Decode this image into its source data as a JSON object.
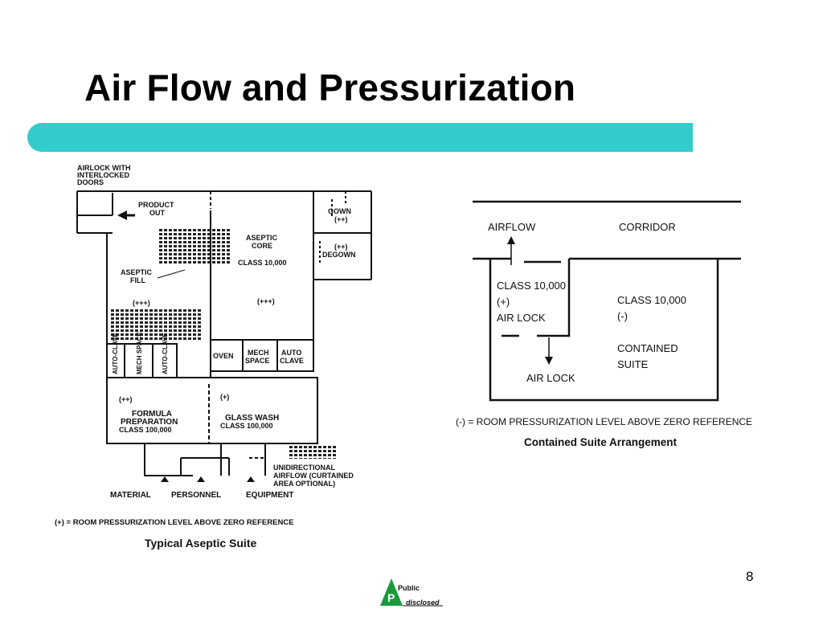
{
  "slide": {
    "title": "Air Flow and Pressurization",
    "page_number": "8",
    "accent_color": "#33cccc"
  },
  "aseptic_suite": {
    "caption": "Typical Aseptic Suite",
    "legend": "(+) = ROOM PRESSURIZATION LEVEL ABOVE ZERO REFERENCE",
    "labels": {
      "airlock_1": "AIRLOCK WITH",
      "airlock_2": "INTERLOCKED",
      "airlock_3": "DOORS",
      "product_1": "PRODUCT",
      "product_2": "OUT",
      "core_1": "ASEPTIC",
      "core_2": "CORE",
      "core_3": "CLASS 10,000",
      "fill_1": "ASEPTIC",
      "fill_2": "FILL",
      "fill_pressure": "(+++)",
      "core_pressure": "(+++)",
      "gown": "GOWN",
      "gown_pressure": "(++)",
      "degown_pressure": "(++)",
      "degown": "DEGOWN",
      "autoclave_1": "AUTO-CLAVE",
      "mech_space_1": "MECH SPACE",
      "autoclave_2": "AUTO-CLAVE",
      "oven": "OVEN",
      "mech_1": "MECH",
      "mech_2": "SPACE",
      "auto_1": "AUTO",
      "auto_2": "CLAVE",
      "formula_pressure": "(++)",
      "formula_1": "FORMULA",
      "formula_2": "PREPARATION",
      "formula_3": "CLASS 100,000",
      "glass_pressure": "(+)",
      "glass_1": "GLASS WASH",
      "glass_2": "CLASS 100,000",
      "uni_1": "UNIDIRECTIONAL",
      "uni_2": "AIRFLOW (CURTAINED",
      "uni_3": "AREA OPTIONAL)",
      "material": "MATERIAL",
      "personnel": "PERSONNEL",
      "equipment": "EQUIPMENT"
    }
  },
  "contained_suite": {
    "caption": "Contained Suite Arrangement",
    "legend": "(-) = ROOM PRESSURIZATION LEVEL ABOVE ZERO REFERENCE",
    "labels": {
      "airflow": "AIRFLOW",
      "corridor": "CORRIDOR",
      "airlock_class": "CLASS 10,000",
      "airlock_pressure": "(+)",
      "airlock_name": "AIR LOCK",
      "room_class": "CLASS 10,000",
      "room_pressure": "(-)",
      "room_name_1": "CONTAINED",
      "room_name_2": "SUITE",
      "airlock_bottom": "AIR LOCK"
    }
  },
  "logo": {
    "letter": "P",
    "line1": "Public",
    "line2": "disclosed",
    "color": "#1a9a3a"
  }
}
